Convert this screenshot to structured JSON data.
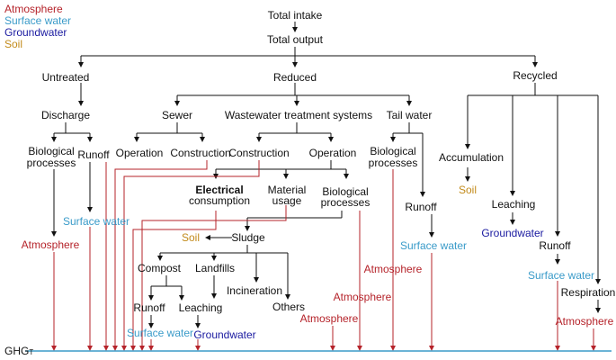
{
  "legend": {
    "atmosphere": "Atmosphere",
    "surface_water": "Surface water",
    "groundwater": "Groundwater",
    "soil": "Soil"
  },
  "colors": {
    "atmosphere": "#b5232a",
    "surface_water": "#3a9bc9",
    "groundwater": "#1a1aa0",
    "soil": "#c28a1a",
    "baseline": "#3a9bc9"
  },
  "nodes": {
    "total_intake": "Total intake",
    "total_output": "Total output",
    "untreated": "Untreated",
    "reduced": "Reduced",
    "recycled": "Recycled",
    "discharge": "Discharge",
    "sewer": "Sewer",
    "wts": "Wastewater treatment systems",
    "tail_water": "Tail water",
    "bio_processes_1a": "Biological",
    "bio_processes_1b": "processes",
    "runoff_1": "Runoff",
    "operation_1": "Operation",
    "construction_1": "Construction",
    "construction_2": "Construction",
    "operation_2": "Operation",
    "bio_processes_2a": "Biological",
    "bio_processes_2b": "processes",
    "accumulation": "Accumulation",
    "soil_1": "Soil",
    "leaching_1": "Leaching",
    "groundwater_1": "Groundwater",
    "runoff_3": "Runoff",
    "surface_water_3": "Surface water",
    "respiration": "Respiration",
    "atmosphere_4": "Atmosphere",
    "electrical_a": "Electrical",
    "electrical_b": "consumption",
    "material_a": "Material",
    "material_b": "usage",
    "bio_processes_3a": "Biological",
    "bio_processes_3b": "processes",
    "surface_water_1": "Surface water",
    "atmosphere_1": "Atmosphere",
    "runoff_2": "Runoff",
    "surface_water_2": "Surface water",
    "atmosphere_2": "Atmosphere",
    "soil_2": "Soil",
    "sludge": "Sludge",
    "compost": "Compost",
    "landfills": "Landfills",
    "incineration": "Incineration",
    "others": "Others",
    "runoff_4": "Runoff",
    "leaching_2": "Leaching",
    "surface_water_4": "Surface water",
    "groundwater_2": "Groundwater",
    "atmosphere_3": "Atmosphere",
    "atmosphere_5": "Atmosphere",
    "ghg_main": "GHG",
    "ghg_sub": "T"
  }
}
